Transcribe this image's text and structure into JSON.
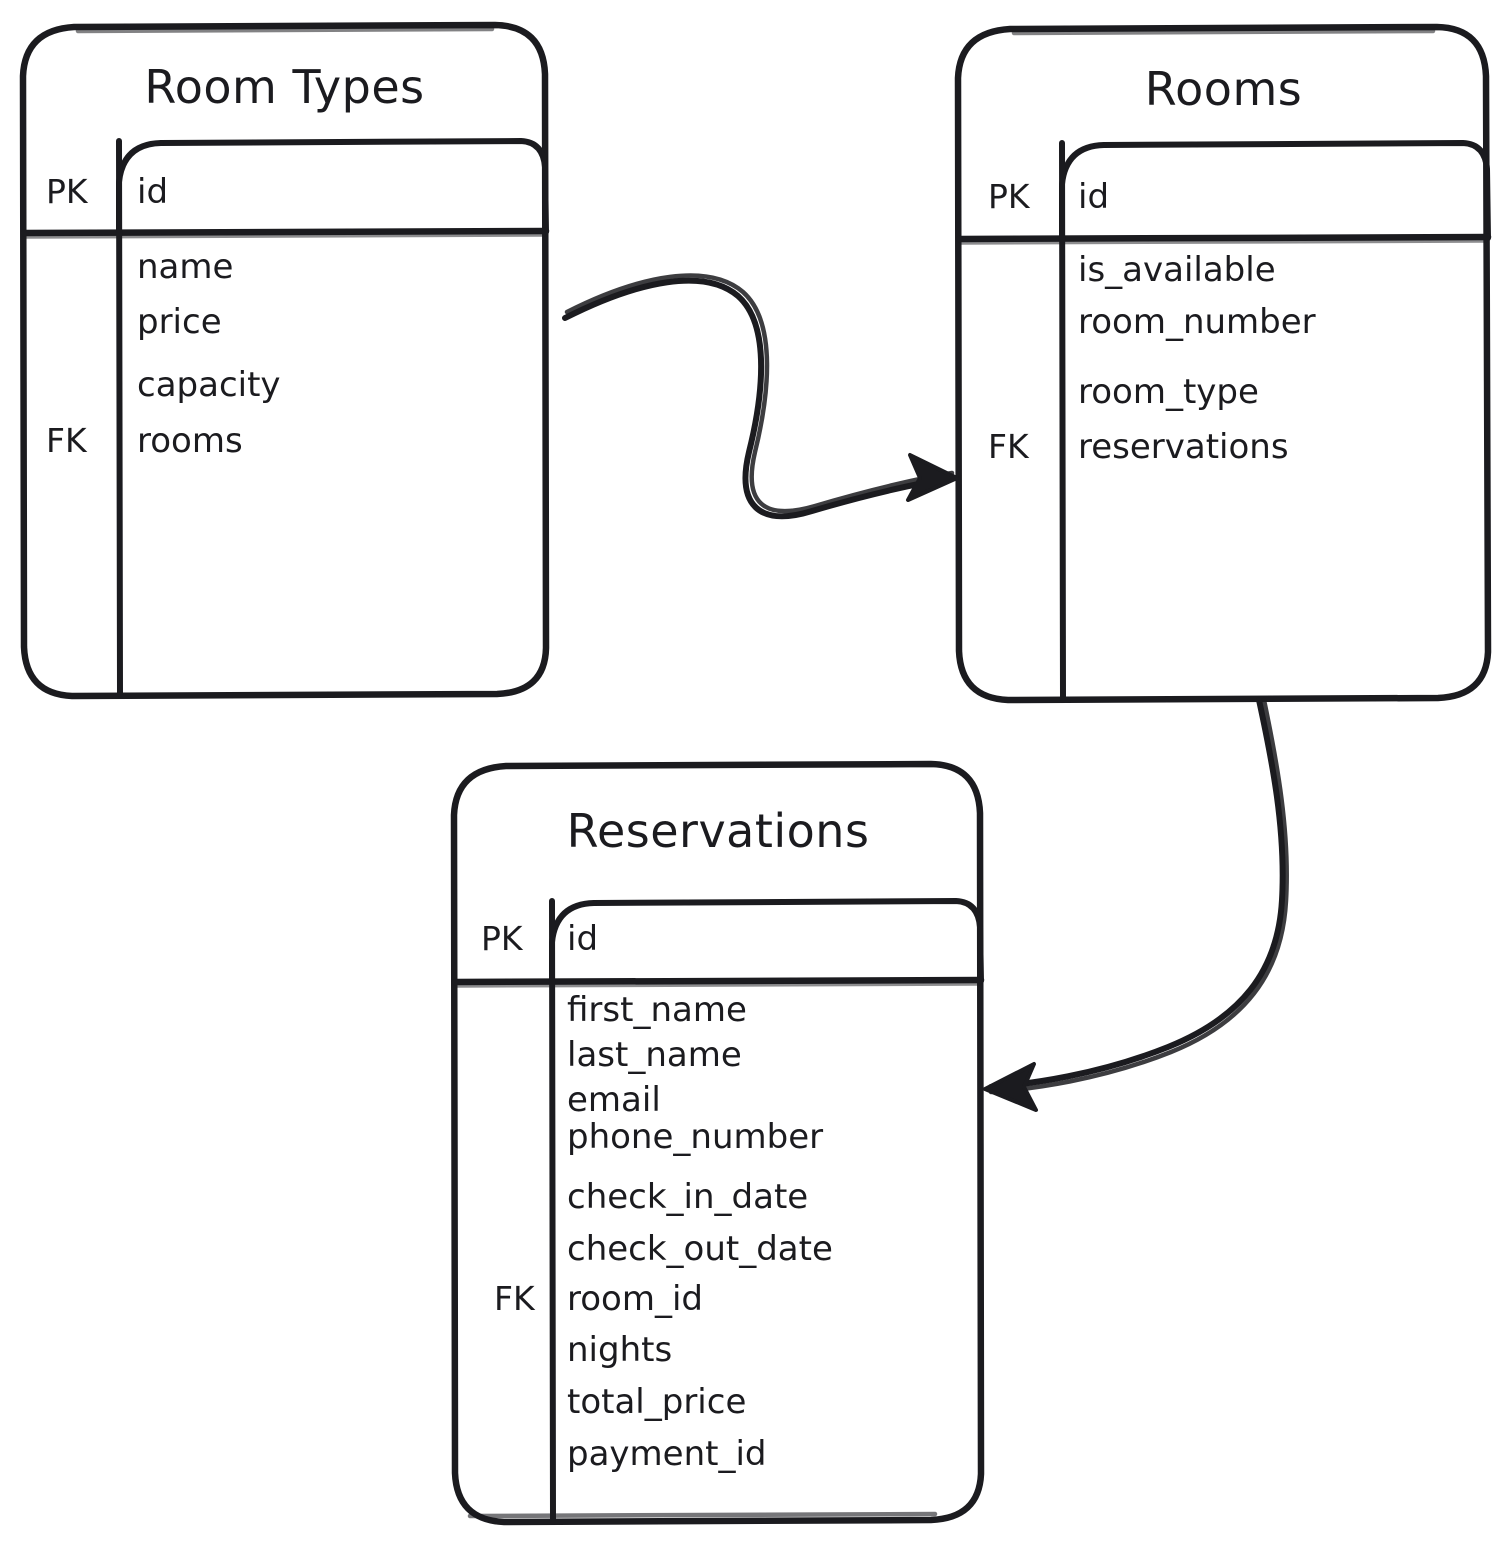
{
  "diagram": {
    "type": "entity-relationship-diagram",
    "style": "hand-drawn",
    "background_color": "#ffffff",
    "stroke_color": "#1b1b1f",
    "entities": [
      {
        "id": "room_types",
        "title": "Room Types",
        "primary_key": {
          "key": "PK",
          "field": "id"
        },
        "fields": [
          {
            "key": "",
            "name": "name"
          },
          {
            "key": "",
            "name": "price"
          },
          {
            "key": "",
            "name": "capacity"
          },
          {
            "key": "FK",
            "name": "rooms"
          }
        ]
      },
      {
        "id": "rooms",
        "title": "Rooms",
        "primary_key": {
          "key": "PK",
          "field": "id"
        },
        "fields": [
          {
            "key": "",
            "name": "is_available"
          },
          {
            "key": "",
            "name": "room_number"
          },
          {
            "key": "",
            "name": "room_type"
          },
          {
            "key": "FK",
            "name": "reservations"
          }
        ]
      },
      {
        "id": "reservations",
        "title": "Reservations",
        "primary_key": {
          "key": "PK",
          "field": "id"
        },
        "fields": [
          {
            "key": "",
            "name": "first_name"
          },
          {
            "key": "",
            "name": "last_name"
          },
          {
            "key": "",
            "name": "email"
          },
          {
            "key": "",
            "name": "phone_number"
          },
          {
            "key": "",
            "name": "check_in_date"
          },
          {
            "key": "",
            "name": "check_out_date"
          },
          {
            "key": "FK",
            "name": "room_id"
          },
          {
            "key": "",
            "name": "nights"
          },
          {
            "key": "",
            "name": "total_price"
          },
          {
            "key": "",
            "name": "payment_id"
          }
        ]
      }
    ],
    "relationships": [
      {
        "from": "room_types",
        "to": "rooms",
        "arrow": "to"
      },
      {
        "from": "rooms",
        "to": "reservations",
        "arrow": "to"
      }
    ]
  }
}
